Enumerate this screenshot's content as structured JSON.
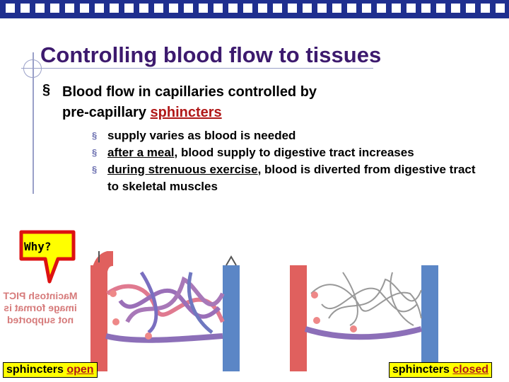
{
  "slide": {
    "title": "Controlling blood flow to tissues",
    "bullet_marker": "§",
    "main_bullet_line1": "Blood flow in capillaries controlled by",
    "main_bullet_line2_prefix": "pre-capillary ",
    "main_bullet_highlight": "sphincters",
    "sub_bullets": [
      {
        "underlined": "",
        "rest": "supply varies as blood is needed"
      },
      {
        "underlined": "after a meal",
        "rest": ", blood supply to digestive tract increases"
      },
      {
        "underlined": "during strenuous exercise",
        "rest": ", blood is diverted from digestive tract to skeletal muscles"
      }
    ],
    "bubble_text": "Why?",
    "missing_image_text": "Macintosh PICT image format is not supported",
    "label_open_prefix": "sphincters ",
    "label_open_word": "open",
    "label_closed_prefix": "sphincters ",
    "label_closed_word": "closed"
  },
  "colors": {
    "title": "#3d1a6e",
    "highlight": "#b01818",
    "header_bar": "#1f2f8f",
    "artery": "#e0605e",
    "vein": "#5b86c6",
    "capillary_open": "#8c6fb8",
    "label_bg": "#ffff00"
  }
}
